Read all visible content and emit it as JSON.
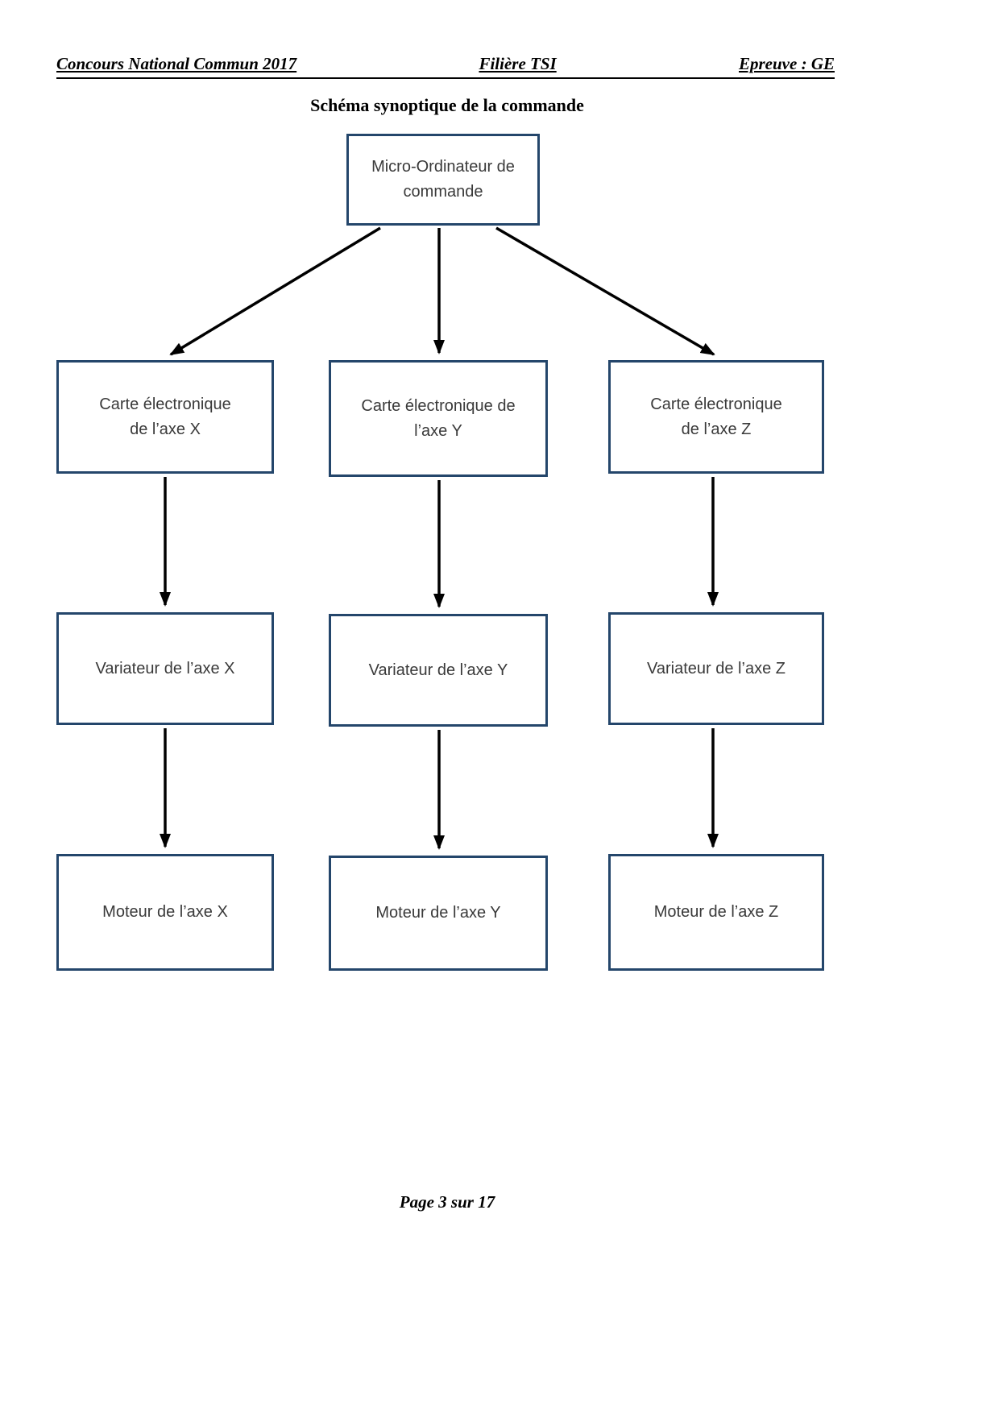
{
  "header": {
    "left": "Concours National Commun 2017",
    "center": "Filière TSI",
    "right": "Epreuve : GE"
  },
  "title": "Schéma synoptique de la commande",
  "footer": "Page 3 sur 17",
  "colors": {
    "box_border": "#24466b",
    "arrow": "#000000"
  },
  "diagram": {
    "root": "Micro-Ordinateur de\ncommande",
    "columns": [
      {
        "axis": "X",
        "carte": "Carte  électronique\nde l’axe X",
        "variateur": "Variateur de l’axe X",
        "moteur": "Moteur de l’axe X"
      },
      {
        "axis": "Y",
        "carte": "Carte  électronique de\nl’axe Y",
        "variateur": "Variateur de l’axe Y",
        "moteur": "Moteur de l’axe Y"
      },
      {
        "axis": "Z",
        "carte": "Carte  électronique\nde l’axe Z",
        "variateur": "Variateur de l’axe Z",
        "moteur": "Moteur de l’axe Z"
      }
    ]
  }
}
